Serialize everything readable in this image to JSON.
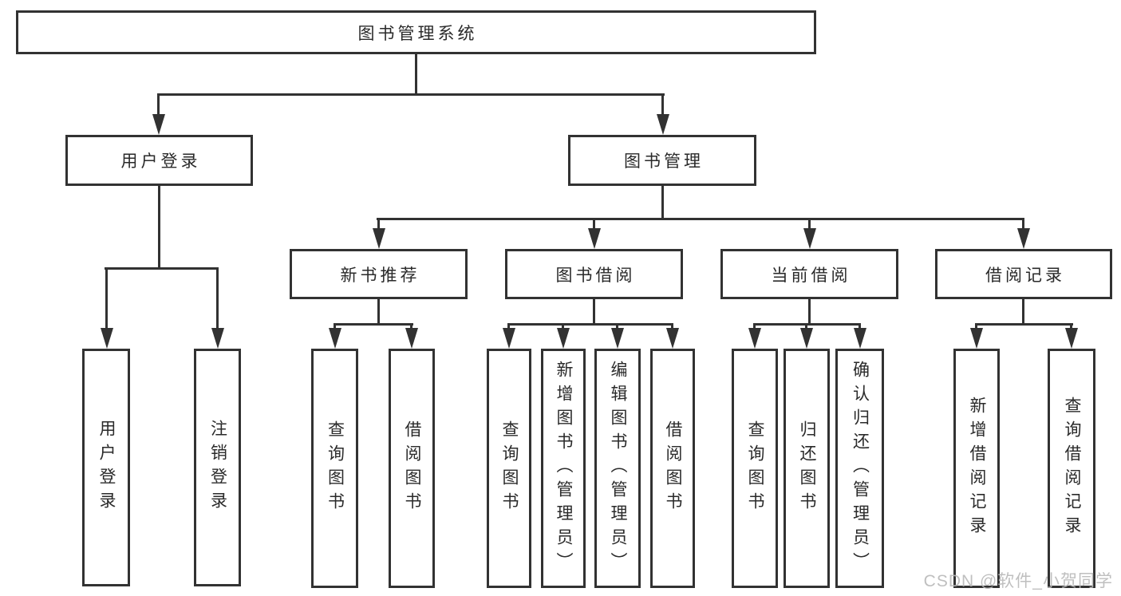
{
  "diagram": {
    "tree": {
      "id": "library-management-system",
      "label": "图书管理系统",
      "children": [
        {
          "id": "user-login",
          "label": "用户登录",
          "children": [
            {
              "id": "user-login-action",
              "label": "用户登录"
            },
            {
              "id": "logout-action",
              "label": "注销登录"
            }
          ]
        },
        {
          "id": "book-management",
          "label": "图书管理",
          "children": [
            {
              "id": "new-book-recommendation",
              "label": "新书推荐",
              "children": [
                {
                  "id": "nb-query-books",
                  "label": "查询图书"
                },
                {
                  "id": "nb-borrow-books",
                  "label": "借阅图书"
                }
              ]
            },
            {
              "id": "book-borrowing",
              "label": "图书借阅",
              "children": [
                {
                  "id": "bb-query-books",
                  "label": "查询图书"
                },
                {
                  "id": "bb-add-books-admin",
                  "label": "新增图书（管理员）"
                },
                {
                  "id": "bb-edit-books-admin",
                  "label": "编辑图书（管理员）"
                },
                {
                  "id": "bb-borrow-books",
                  "label": "借阅图书"
                }
              ]
            },
            {
              "id": "current-borrowing",
              "label": "当前借阅",
              "children": [
                {
                  "id": "cb-query-books",
                  "label": "查询图书"
                },
                {
                  "id": "cb-return-books",
                  "label": "归还图书"
                },
                {
                  "id": "cb-confirm-return-admin",
                  "label": "确认归还（管理员）"
                }
              ]
            },
            {
              "id": "borrowing-records",
              "label": "借阅记录",
              "children": [
                {
                  "id": "br-add-borrow-record",
                  "label": "新增借阅记录"
                },
                {
                  "id": "br-query-borrow-record",
                  "label": "查询借阅记录"
                }
              ]
            }
          ]
        }
      ]
    }
  },
  "watermark": {
    "text": "CSDN @软件_小贺同学"
  },
  "colors": {
    "line": "#323232",
    "text": "#2a2a2a",
    "watermark": "#b9b9b9",
    "background": "#ffffff"
  }
}
